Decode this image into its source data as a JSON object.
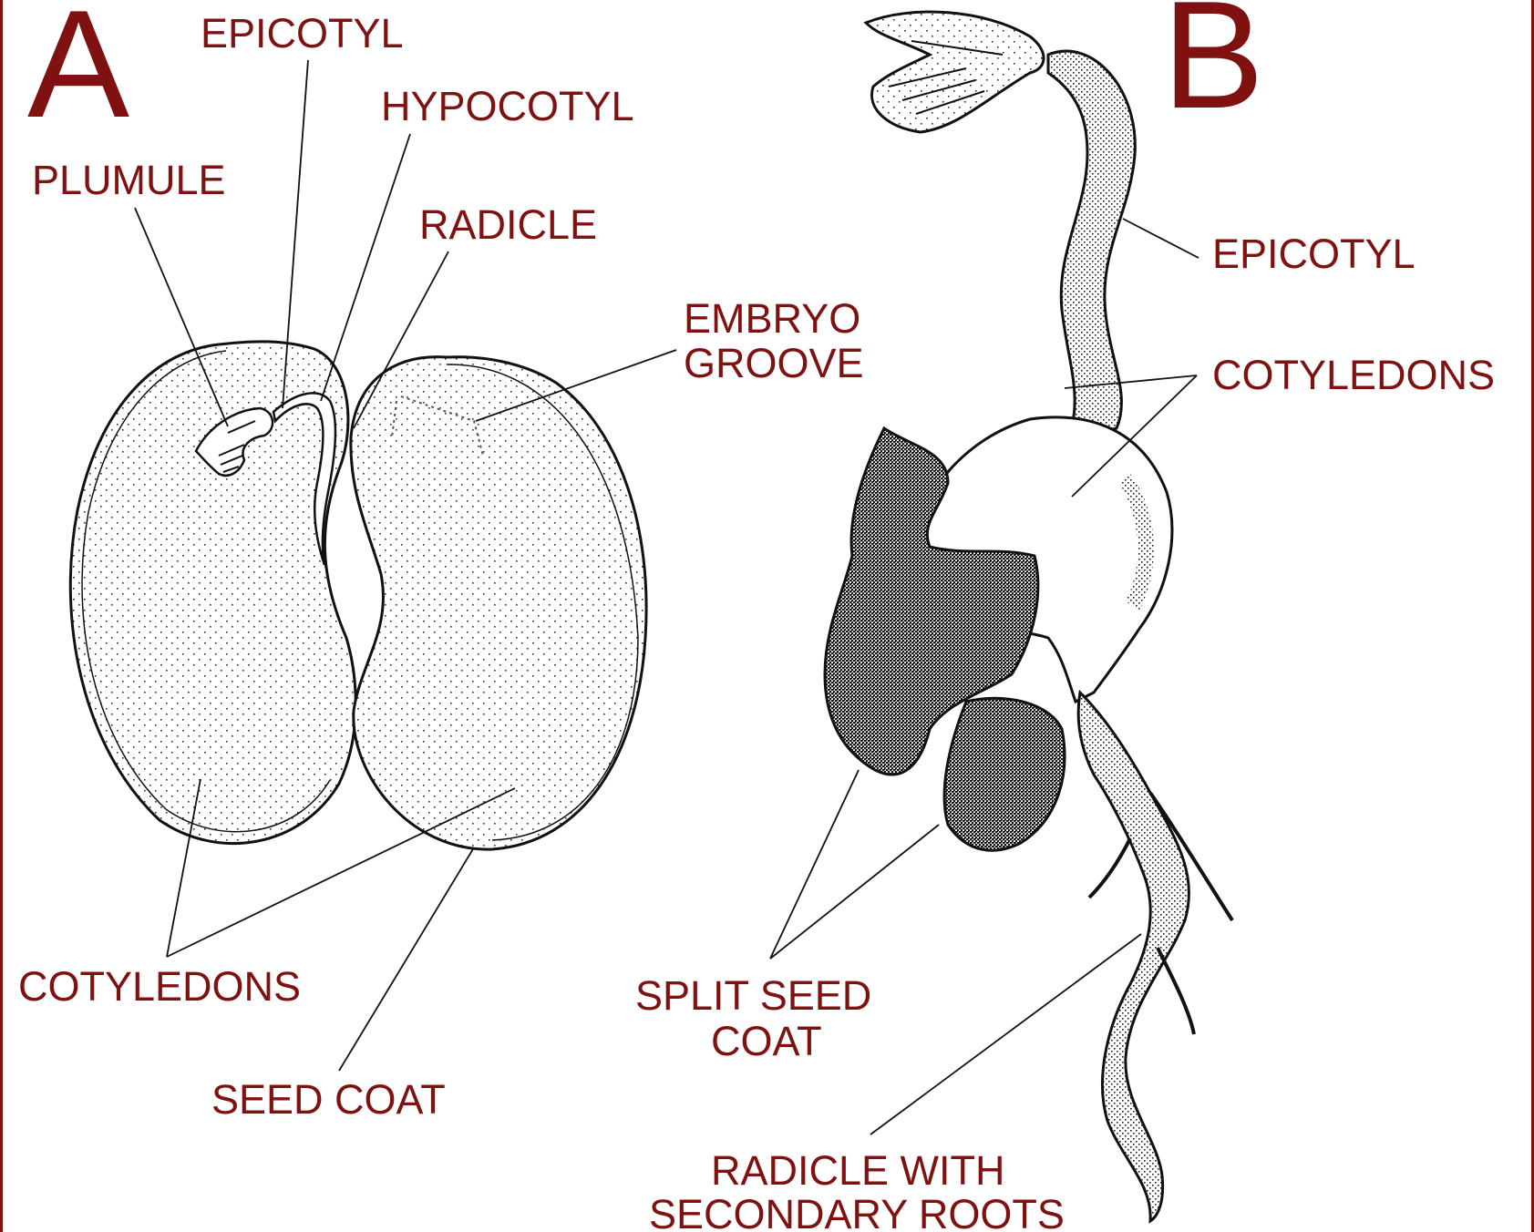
{
  "colors": {
    "label": "#7f1111",
    "border": "#7f1111",
    "ink": "#111111",
    "background": "#ffffff"
  },
  "panel_a": {
    "letter": "A",
    "epicotyl": "EPICOTYL",
    "hypocotyl": "HYPOCOTYL",
    "plumule": "PLUMULE",
    "radicle": "RADICLE",
    "embryo_groove_1": "EMBRYO",
    "embryo_groove_2": "GROOVE",
    "cotyledons": "COTYLEDONS",
    "seed_coat": "SEED COAT"
  },
  "panel_b": {
    "letter": "B",
    "epicotyl": "EPICOTYL",
    "cotyledons": "COTYLEDONS",
    "split_seed_coat_1": "SPLIT SEED",
    "split_seed_coat_2": "COAT",
    "radicle_1": "RADICLE WITH",
    "radicle_2": "SECONDARY ROOTS"
  }
}
